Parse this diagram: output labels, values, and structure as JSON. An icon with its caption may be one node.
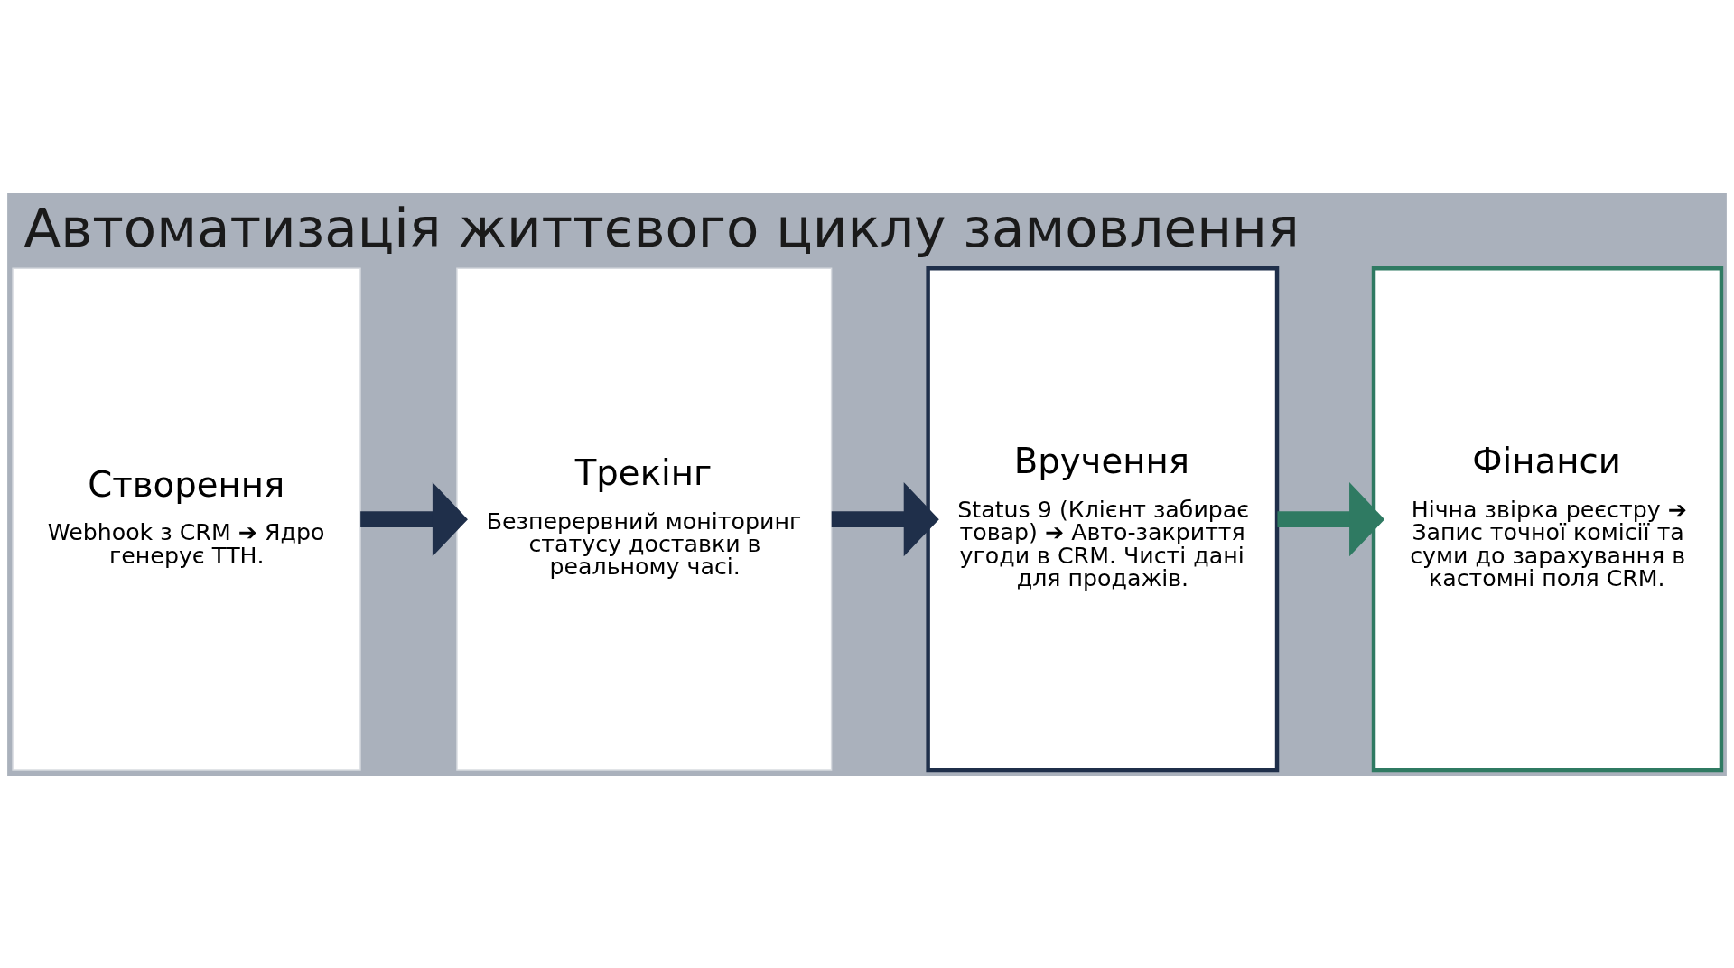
{
  "diagram": {
    "title": "Автоматизація життєвого циклу замовлення",
    "nodes": [
      {
        "text": [
          "Створення",
          "Webhook з CRM ➔ Ядро генерує ТТН."
        ]
      },
      {
        "text": [
          "Трекінг",
          "Безперервний моніторинг статусу доставки в реальному часі."
        ]
      },
      {
        "text": [
          "Вручення",
          "Status 9 (Клієнт забирає товар) ➔ Авто-закриття угоди в CRM. Чисті дані для продажів."
        ]
      },
      {
        "text": [
          "Фінанси",
          "Нічна звірка реєстру ➔ Запис точної комісії та суми до зарахування в кастомні поля CRM."
        ]
      }
    ],
    "edges": [
      {
        "from": 0,
        "to": 1,
        "arrow": "to"
      },
      {
        "from": 1,
        "to": 2,
        "arrow": "to"
      },
      {
        "from": 2,
        "to": 3,
        "arrow": "to",
        "color": "#2f7a62"
      }
    ]
  }
}
